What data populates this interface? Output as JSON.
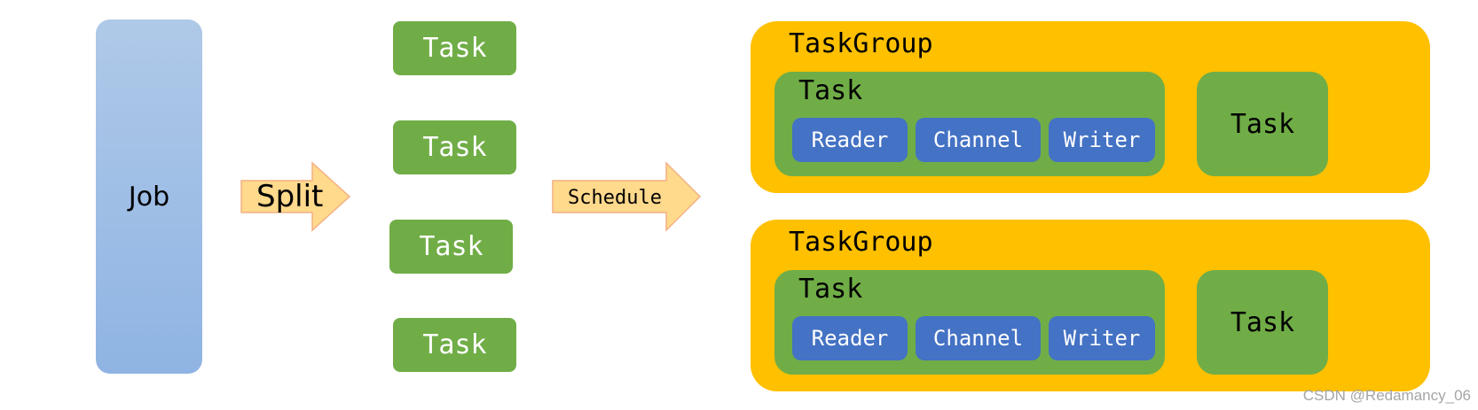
{
  "job": {
    "label": "Job"
  },
  "split_arrow": {
    "label": "Split"
  },
  "schedule_arrow": {
    "label": "Schedule"
  },
  "tasks": [
    {
      "label": "Task"
    },
    {
      "label": "Task"
    },
    {
      "label": "Task"
    },
    {
      "label": "Task"
    }
  ],
  "task_groups": [
    {
      "title": "TaskGroup",
      "task": {
        "title": "Task",
        "components": [
          "Reader",
          "Channel",
          "Writer"
        ]
      },
      "side_task": {
        "label": "Task"
      }
    },
    {
      "title": "TaskGroup",
      "task": {
        "title": "Task",
        "components": [
          "Reader",
          "Channel",
          "Writer"
        ]
      },
      "side_task": {
        "label": "Task"
      }
    }
  ],
  "watermark": "CSDN @Redamancy_06",
  "colors": {
    "job": "#8fb4e3",
    "arrow": "#ffd966",
    "task": "#70ad47",
    "task_group": "#ffc000",
    "component": "#4472c4"
  }
}
